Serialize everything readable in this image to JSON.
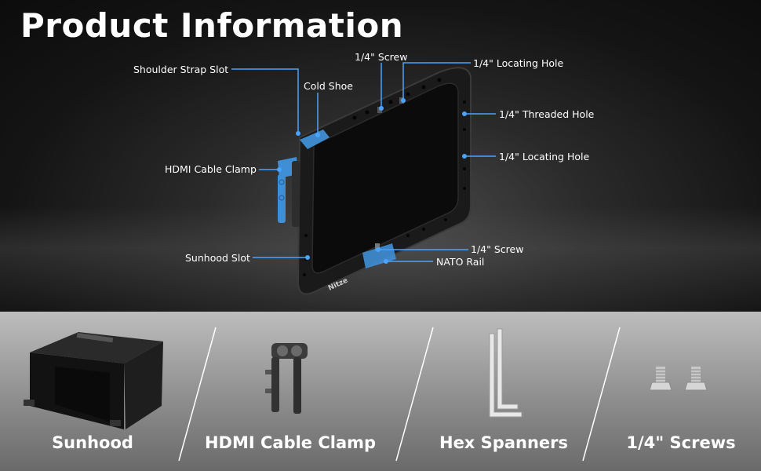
{
  "header": {
    "title": "Product Information"
  },
  "callouts": {
    "shoulder_strap_slot": "Shoulder Strap Slot",
    "cold_shoe": "Cold Shoe",
    "screw_top": "1/4\" Screw",
    "locating_hole_top": "1/4\" Locating Hole",
    "threaded_hole": "1/4\" Threaded Hole",
    "locating_hole_side": "1/4\" Locating Hole",
    "hdmi_cable_clamp": "HDMI Cable Clamp",
    "sunhood_slot": "Sunhood Slot",
    "screw_bottom": "1/4\" Screw",
    "nato_rail": "NATO Rail"
  },
  "brand_mark": "Nitze",
  "accessories": [
    {
      "label": "Sunhood",
      "icon": "sunhood-icon"
    },
    {
      "label": "HDMI Cable Clamp",
      "icon": "hdmi-clamp-icon"
    },
    {
      "label": "Hex Spanners",
      "icon": "hex-spanner-icon"
    },
    {
      "label": "1/4\" Screws",
      "icon": "screw-icon"
    }
  ],
  "colors": {
    "accent_blue": "#3f8fd6",
    "callout_line": "#4aa3ff",
    "top_bg": "#141414",
    "bottom_bg": "#9a9a9a"
  }
}
